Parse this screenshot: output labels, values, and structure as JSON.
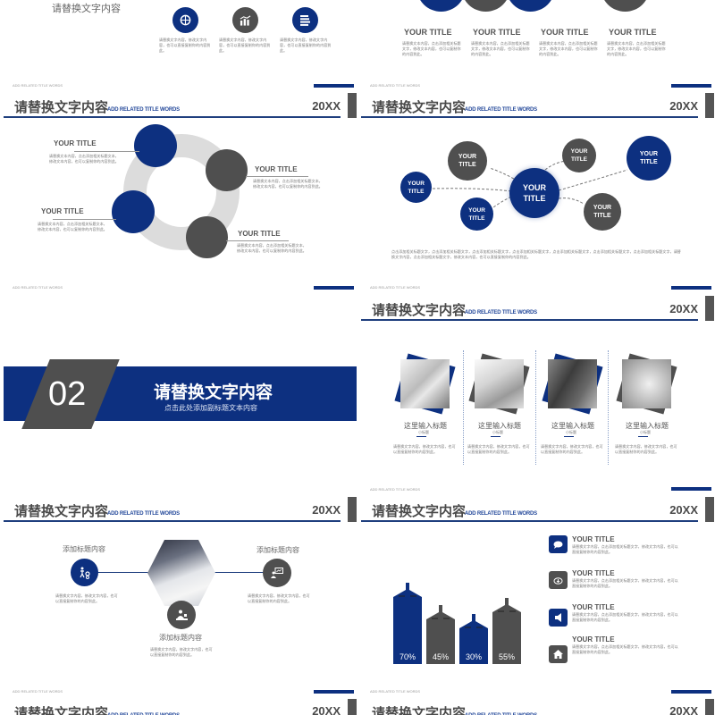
{
  "common": {
    "sub_tag": "ADD RELATED TITLE WORDS",
    "title": "请替换文字内容",
    "title_en": "ADD RELATED TITLE WORDS",
    "year": "20XX",
    "lorem_short": "请替换文字内容，修改文字内容，也可以直接复制你的内容到此。",
    "lorem_mid": "请替换文本内容，点击添加相关标题文字，修改文本内容，也可以复制你的内容到此。",
    "lorem_long": "点击添加相关标题文字，点击添加相关标题文字，点击添加相关标题文字，点击添加相关标题文字，点击添加相关标题文字，点击添加相关标题文字，点击添加相关标题文字，请替换文字内容，点击添加相关标题文字，修改文本内容，也可以直接复制你的内容到此。"
  },
  "slide1": {
    "title": "请替换文字内容",
    "icons": [
      {
        "icon": "globe-icon",
        "color": "#0d3080",
        "text": "请替换文字内容，修改文字内容，也可以直接复制你的内容到此。"
      },
      {
        "icon": "chart-icon",
        "color": "#4f4f4f",
        "text": "请替换文字内容，修改文字内容，也可以直接复制你的内容到此。"
      },
      {
        "icon": "document-icon",
        "color": "#0d3080",
        "text": "请替换文字内容，修改文字内容，也可以直接复制你的内容到此。"
      }
    ]
  },
  "slide2": {
    "items": [
      {
        "title": "YOUR TITLE",
        "text": "请替换文本内容，点击添加相关标题文字，修改文本内容，也可以复制你的内容到此。"
      },
      {
        "title": "YOUR TITLE",
        "text": "请替换文本内容，点击添加相关标题文字，修改文本内容，也可以复制你的内容到此。"
      },
      {
        "title": "YOUR TITLE",
        "text": "请替换文本内容，点击添加相关标题文字，修改文本内容，也可以复制你的内容到此。"
      },
      {
        "title": "YOUR TITLE",
        "text": "请替换文本内容，点击添加相关标题文字，修改文本内容，也可以复制你的内容到此。"
      }
    ]
  },
  "slide3": {
    "items": [
      {
        "title": "YOUR TITLE",
        "text": "请替换文本内容，点击添加相关标题文本，修改文本内容，也可以复制你的内容到此。"
      },
      {
        "title": "YOUR TITLE",
        "text": "请替换文本内容，点击添加相关标题文本，修改文本内容，也可以复制你的内容到此。"
      },
      {
        "title": "YOUR TITLE",
        "text": "请替换文本内容，点击添加相关标题文本，修改文本内容，也可以复制你的内容到此。"
      },
      {
        "title": "YOUR TITLE",
        "text": "请替换文本内容，点击添加相关标题文本，修改文本内容，也可以复制你的内容到此。"
      }
    ]
  },
  "slide4": {
    "center": "YOUR\nTITLE",
    "nodes": [
      "YOUR\nTITLE",
      "YOUR\nTITLE",
      "YOUR\nTITLE",
      "YOUR\nTITLE",
      "YOUR\nTITLE",
      "YOUR\nTITLE"
    ],
    "paragraph": "点击添加相关标题文字，点击添加相关标题文字，点击添加相关标题文字，点击添加相关标题文字，点击添加相关标题文字，点击添加相关标题文字，点击添加相关标题文字，请替换文字内容，点击添加相关标题文字，修改文本内容，也可以直接复制你的内容到此。"
  },
  "slide5": {
    "number": "02",
    "title": "请替换文字内容",
    "subtitle": "点击此处添加副标题文本内容"
  },
  "slide6": {
    "cards": [
      {
        "title": "这里输入标题",
        "subtitle": "小标题",
        "text": "请替换文字内容，修改文字内容，也可以直接复制你的内容到此。",
        "accent": "#0d3080"
      },
      {
        "title": "这里输入标题",
        "subtitle": "小标题",
        "text": "请替换文字内容，修改文字内容，也可以直接复制你的内容到此。",
        "accent": "#4f4f4f"
      },
      {
        "title": "这里输入标题",
        "subtitle": "小标题",
        "text": "请替换文字内容，修改文字内容，也可以直接复制你的内容到此。",
        "accent": "#0d3080"
      },
      {
        "title": "这里输入标题",
        "subtitle": "小标题",
        "text": "请替换文字内容，修改文字内容，也可以直接复制你的内容到此。",
        "accent": "#4f4f4f"
      }
    ]
  },
  "slide7": {
    "items": [
      {
        "title": "添加标题内容",
        "text": "请替换文字内容，修改文字内容，也可以直接复制你的内容到此。",
        "icon": "teamwork-gears-icon"
      },
      {
        "title": "添加标题内容",
        "text": "请替换文字内容，修改文字内容，也可以直接复制你的内容到此。",
        "icon": "presenter-icon"
      },
      {
        "title": "添加标题内容",
        "text": "请替换文字内容，修改文字内容，也可以直接复制你的内容到此。",
        "icon": "presentation-board-icon"
      }
    ]
  },
  "slide8": {
    "bars": [
      {
        "label": "70%",
        "value": 70,
        "color": "#0d3080"
      },
      {
        "label": "45%",
        "value": 45,
        "color": "#4f4f4f"
      },
      {
        "label": "30%",
        "value": 30,
        "color": "#0d3080"
      },
      {
        "label": "55%",
        "value": 55,
        "color": "#4f4f4f"
      }
    ],
    "items": [
      {
        "title": "YOUR TITLE",
        "text": "请替换文字内容，点击添加相关标题文字，修改文字内容，也可以直接复制你的内容到此。",
        "icon": "speech-bubble-icon",
        "color": "#0d3080"
      },
      {
        "title": "YOUR TITLE",
        "text": "请替换文字内容，点击添加相关标题文字，修改文字内容，也可以直接复制你的内容到此。",
        "icon": "cloud-download-icon",
        "color": "#4f4f4f"
      },
      {
        "title": "YOUR TITLE",
        "text": "请替换文字内容，点击添加相关标题文字，修改文字内容，也可以直接复制你的内容到此。",
        "icon": "speaker-icon",
        "color": "#0d3080"
      },
      {
        "title": "YOUR TITLE",
        "text": "请替换文字内容，点击添加相关标题文字，修改文字内容，也可以直接复制你的内容到此。",
        "icon": "home-icon",
        "color": "#4f4f4f"
      }
    ]
  },
  "colors": {
    "blue": "#0d3080",
    "gray": "#4f4f4f",
    "ring": "#dcdcdc"
  }
}
